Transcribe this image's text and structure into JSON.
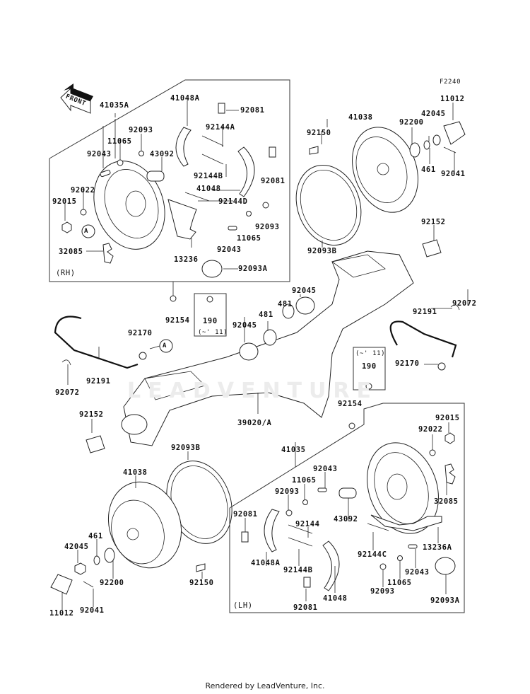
{
  "diagram": {
    "figure_code": "F2240",
    "front_arrow_label": "FRONT",
    "watermark": "LEADVENTURE",
    "footer": "Rendered by LeadVenture, Inc.",
    "groups": {
      "rh_assembly": {
        "part": "41035A",
        "side_label": "(RH)"
      },
      "lh_assembly": {
        "part": "41035",
        "side_label": "(LH)"
      },
      "upper_190_box": {
        "part": "190",
        "note": "(~' 11)"
      },
      "lower_190_box": {
        "part": "190",
        "note": "(~' 11)"
      }
    },
    "callout_marker": "A",
    "labels": {
      "p41035A": "41035A",
      "p41048A_top": "41048A",
      "p92081_top1": "92081",
      "p92144A": "92144A",
      "p92093_top_left": "92093",
      "p11065_top_left": "11065",
      "p92043_top_left": "92043",
      "p43092_top": "43092",
      "p92144B_top": "92144B",
      "p92081_top2": "92081",
      "p41048_top": "41048",
      "p92022_top": "92022",
      "p92015_top": "92015",
      "p92144D": "92144D",
      "p92093_top_right": "92093",
      "p11065_top_right": "11065",
      "p92043_top_right": "92043",
      "p32085_top": "32085",
      "p13236": "13236",
      "p92093A_top": "92093A",
      "p41038_top": "41038",
      "p92150_top": "92150",
      "p92200_top": "92200",
      "p11012_top": "11012",
      "p42045_top": "42045",
      "p461_top": "461",
      "p92041_top": "92041",
      "p92093B_top": "92093B",
      "p92152_top": "92152",
      "p92154_left": "92154",
      "p92045_upper": "92045",
      "p481_upper": "481",
      "p481_lower": "481",
      "p92045_lower": "92045",
      "p92072_right": "92072",
      "p92191_right": "92191",
      "p92170_left": "92170",
      "p92191_left": "92191",
      "p92072_left": "92072",
      "p92170_right": "92170",
      "p92154_right": "92154",
      "p92152_left": "92152",
      "p39020A": "39020/A",
      "p92093B_bottom": "92093B",
      "p41038_bottom": "41038",
      "p461_bottom": "461",
      "p42045_bottom": "42045",
      "p92200_bottom": "92200",
      "p92150_bottom": "92150",
      "p11012_bottom": "11012",
      "p92041_bottom": "92041",
      "p41035": "41035",
      "p92043_lh_left": "92043",
      "p11065_lh_left": "11065",
      "p92093_lh_left": "92093",
      "p92081_lh_top": "92081",
      "p43092_lh": "43092",
      "p92144": "92144",
      "p41048A_lh": "41048A",
      "p92144B_lh": "92144B",
      "p92081_lh_bottom": "92081",
      "p41048_lh": "41048",
      "p92022_lh": "92022",
      "p92015_lh": "92015",
      "p32085_lh": "32085",
      "p92144C": "92144C",
      "p13236A": "13236A",
      "p92043_lh_right": "92043",
      "p11065_lh_right": "11065",
      "p92093_lh_right": "92093",
      "p92093A_lh": "92093A"
    }
  }
}
